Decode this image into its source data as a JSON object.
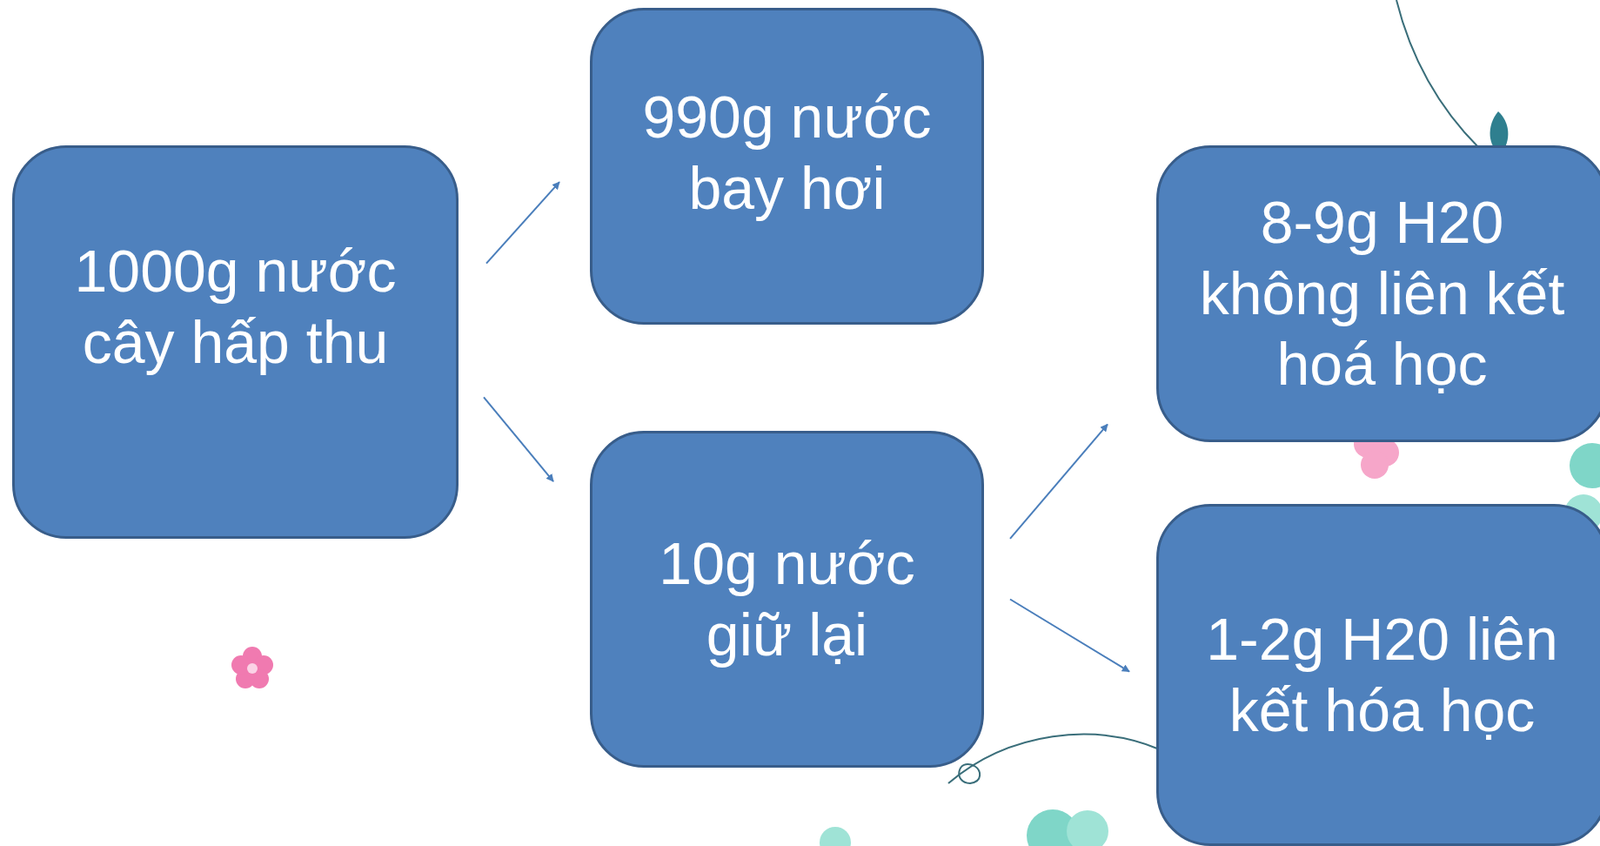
{
  "diagram": {
    "nodes": [
      {
        "text": [
          "1000g nước cây hấp thu"
        ]
      },
      {
        "text": [
          "990g nước bay hơi"
        ]
      },
      {
        "text": [
          "10g nước giữ lại"
        ]
      },
      {
        "text": [
          "8-9g H20 không liên kết hoá học"
        ]
      },
      {
        "text": [
          "1-2g H20 liên kết hóa học"
        ]
      }
    ],
    "edges": [
      {
        "from": 0,
        "to": 1,
        "arrow": "to"
      },
      {
        "from": 0,
        "to": 2,
        "arrow": "to"
      },
      {
        "from": 2,
        "to": 3,
        "arrow": "to"
      },
      {
        "from": 2,
        "to": 4,
        "arrow": "to"
      }
    ]
  }
}
